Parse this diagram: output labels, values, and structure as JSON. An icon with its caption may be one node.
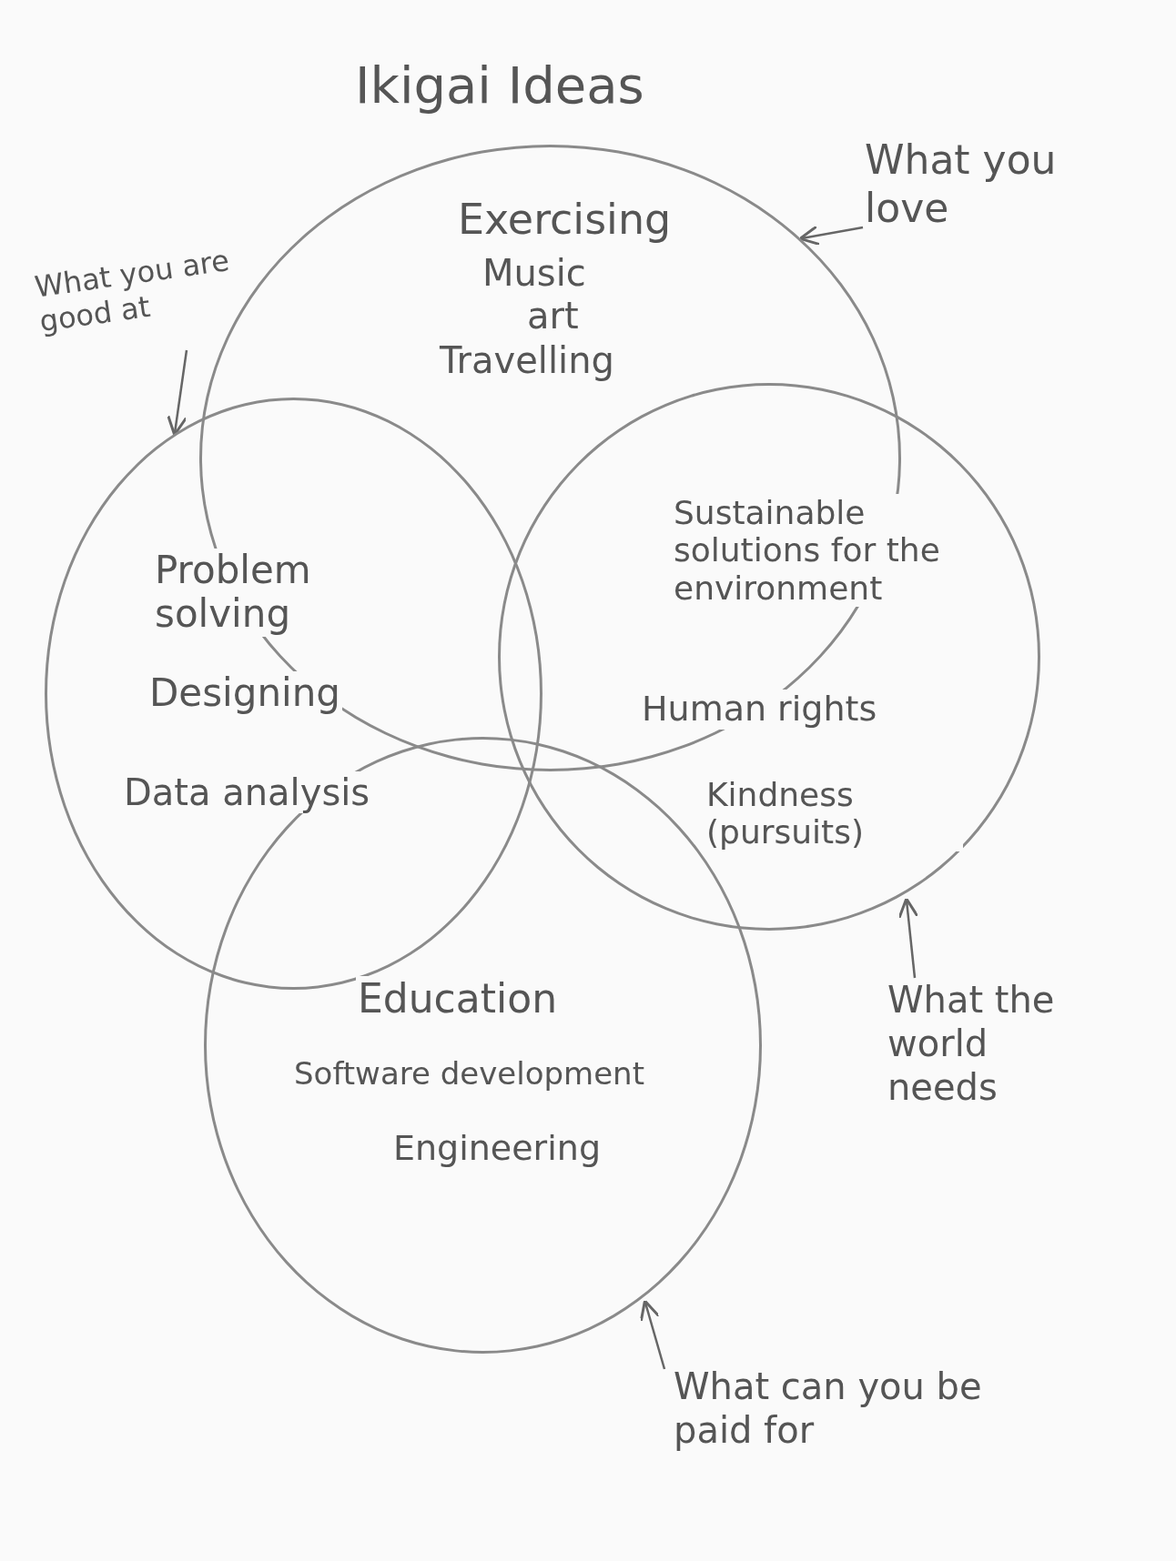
{
  "diagram": {
    "title": "Ikigai Ideas",
    "nodes": [
      {
        "text": [
          "What you love"
        ]
      },
      {
        "text": [
          "Exercising",
          "Music",
          "art",
          "Travelling"
        ]
      },
      {
        "text": [
          "What you are good at"
        ]
      },
      {
        "text": [
          "Problem solving",
          "Designing",
          "Data analysis"
        ]
      },
      {
        "text": [
          "Sustainable solutions for the environment",
          "Human rights",
          "Kindness (pursuits)"
        ]
      },
      {
        "text": [
          "What the world needs"
        ]
      },
      {
        "text": [
          "Education",
          "Software development",
          "Engineering"
        ]
      },
      {
        "text": [
          "What can you be paid for"
        ]
      }
    ],
    "edges": [
      {
        "from": 0,
        "to": 1,
        "arrow": "to"
      },
      {
        "from": 2,
        "to": 3,
        "arrow": "to"
      },
      {
        "from": 5,
        "to": 4,
        "arrow": "to"
      },
      {
        "from": 7,
        "to": 6,
        "arrow": "to"
      }
    ]
  }
}
